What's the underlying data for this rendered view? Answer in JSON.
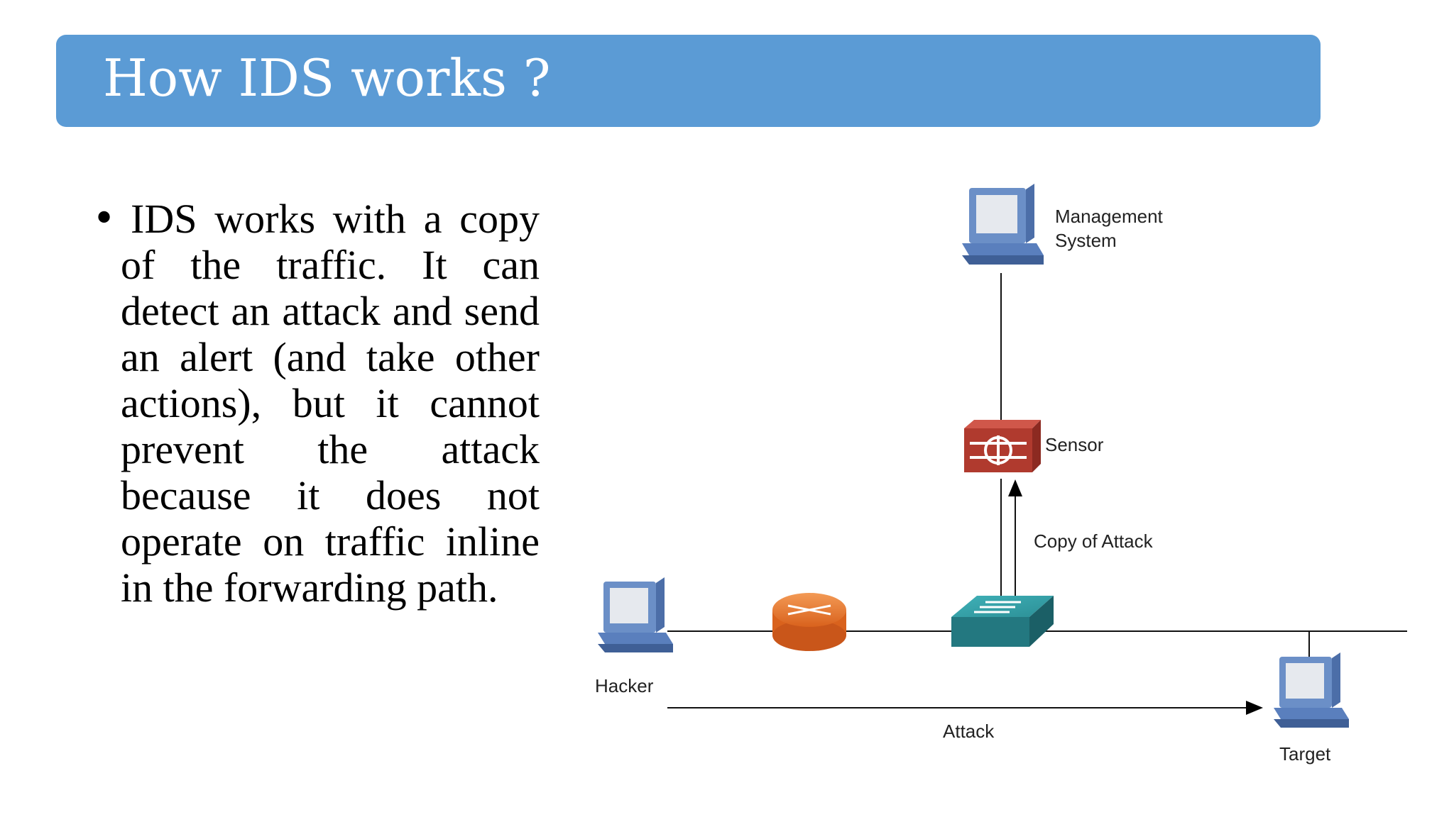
{
  "slide": {
    "title": "How IDS works ?"
  },
  "bullets": [
    {
      "marker": "•",
      "text": "IDS works with a copy of the traffic. It can detect an attack and send an alert (and take other actions), but it cannot prevent the attack because it does not operate on traffic inline in the forwarding path."
    }
  ],
  "diagram": {
    "labels": {
      "management_line1": "Management",
      "management_line2": "System",
      "sensor": "Sensor",
      "copy_of_attack": "Copy of Attack",
      "hacker": "Hacker",
      "attack": "Attack",
      "target": "Target"
    },
    "icons": {
      "management": "computer-icon",
      "sensor": "ids-sensor-icon",
      "switch": "switch-icon",
      "router": "router-icon",
      "hacker": "computer-icon",
      "target": "computer-icon"
    },
    "colors": {
      "title_bar": "#5b9bd5",
      "computer": "#6b8fc7",
      "sensor": "#b03a2e",
      "switch": "#2a8a93",
      "router": "#e8782e"
    }
  }
}
